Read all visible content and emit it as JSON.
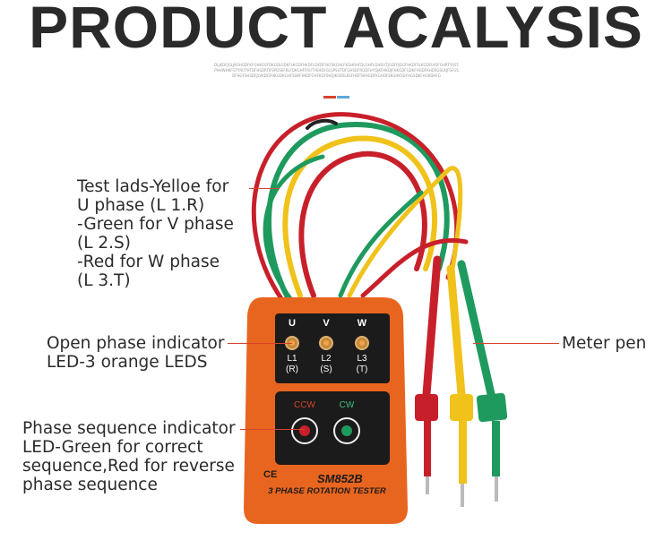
{
  "header": {
    "title": "PRODUCT ACALYSIS",
    "subtext": "DLJKDFJGLJKGHGDFKFGHKGSFDKGDLSDKFLKGDFHKDFLGKDFSKFSKGHLFKGHRHFDLGHFLGHRUTJGDFPJDGFHKDFSLKGDFLKSFGHRTYRSTPHHWHKFGTYRUTHTDFHSDRTIFSPDSEFKLFDKGHFFRUTYEHDFGLSPSUTDFGHSDFRGDFHYGJKFHKDJFHKGDFGDKFHGDFKHDSGSLKJFSFGSDFHGFSHSDFJLVKDGFHKGDKGHFSDKFHKDFGHFKDFSHDJKSDSLKSFHDFSKHGDFKGHDFSKGHKSDFHGSDKFHGKDHFG"
  },
  "labels": {
    "test_leads": "Test lads-Yelloe for\nU phase (L 1.R)\n-Green for V phase\n(L 2.S)\n-Red for W phase\n(L 3.T)",
    "open_phase": "Open phase indicator\nLED-3 orange LEDS",
    "phase_sequence": "Phase sequence indicator\nLED-Green for correct\nsequence,Red for reverse\nphase sequence",
    "meter_pen": "Meter pen"
  },
  "device": {
    "model": "SM852B",
    "name": "3 PHASE ROTATION TESTER",
    "phases": [
      {
        "top": "U",
        "line": "L1",
        "code": "(R)"
      },
      {
        "top": "V",
        "line": "L2",
        "code": "(S)"
      },
      {
        "top": "W",
        "line": "L3",
        "code": "(T)"
      }
    ],
    "ccw_label": "CCW",
    "cw_label": "CW",
    "ce_mark": "CE"
  },
  "colors": {
    "body": "#e8651f",
    "face": "#1b1b1b",
    "wire_red": "#c8202a",
    "wire_yellow": "#f0c21a",
    "wire_green": "#1f9a5e",
    "accent_red": "#d9432c"
  }
}
